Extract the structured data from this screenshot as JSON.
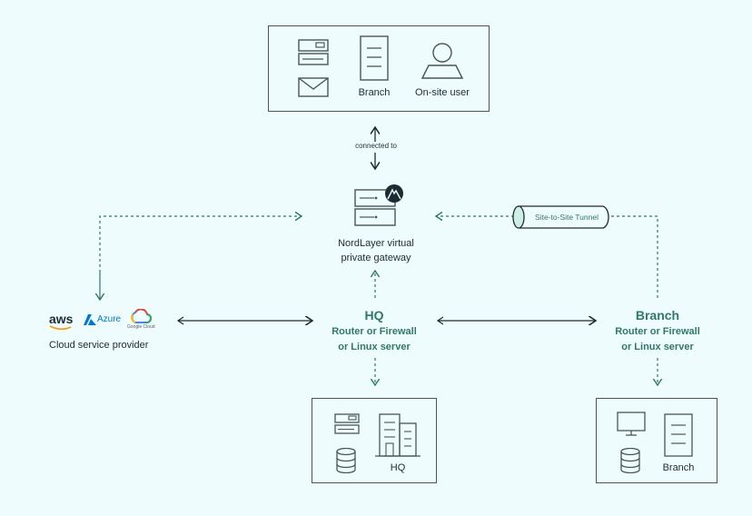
{
  "top_box": {
    "branch_label": "Branch",
    "user_label": "On-site user"
  },
  "connection": {
    "label": "connected to"
  },
  "gateway": {
    "line1": "NordLayer virtual",
    "line2": "private gateway"
  },
  "tunnel": {
    "label": "Site-to-Site Tunnel"
  },
  "cloud": {
    "aws": "aws",
    "azure": "Azure",
    "google": "Google Cloud",
    "label": "Cloud service provider"
  },
  "hq": {
    "title": "HQ",
    "line1": "Router or Firewall",
    "line2": "or Linux server",
    "box_label": "HQ"
  },
  "branch": {
    "title": "Branch",
    "line1": "Router or Firewall",
    "line2": "or Linux server",
    "box_label": "Branch"
  },
  "colors": {
    "background": "#eefcfd",
    "accent": "#2e7a68",
    "line": "#4a5559",
    "aws": "#ff9900",
    "azure": "#0078d4"
  }
}
